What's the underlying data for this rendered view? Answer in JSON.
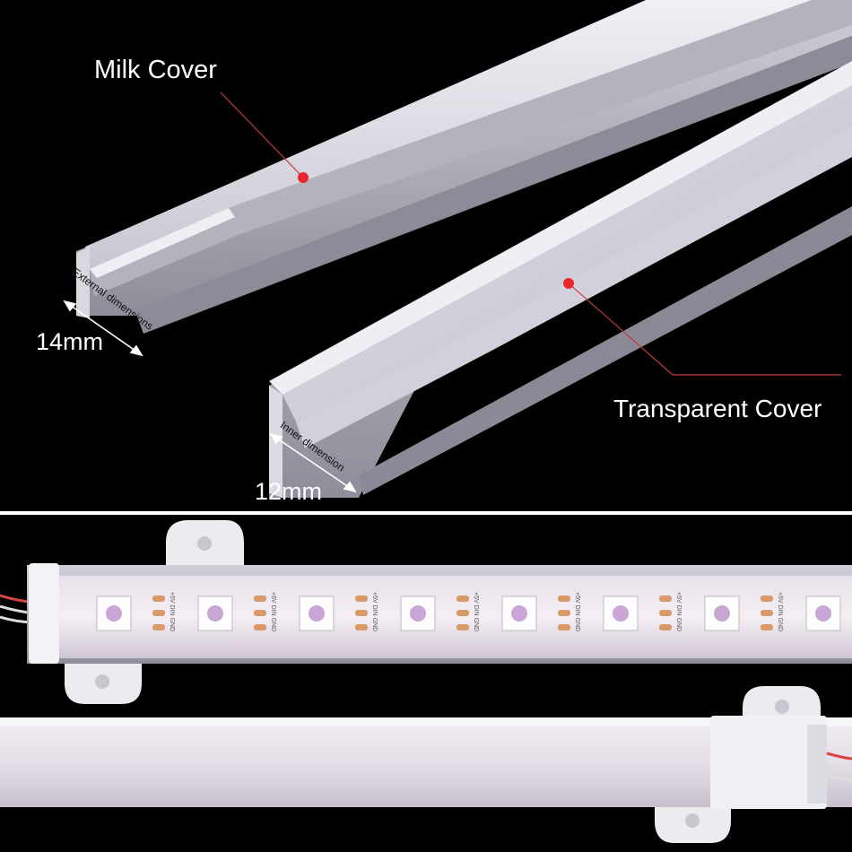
{
  "labels": {
    "milk_cover": "Milk Cover",
    "transparent_cover": "Transparent Cover",
    "external_size": "14mm",
    "inner_size": "12mm",
    "external_dimensions": "External dimensions",
    "inner_dimension": "Inner dimension"
  },
  "strip_markings": {
    "pad_text": "+5V DIN GND"
  },
  "colors": {
    "background": "#000000",
    "marker_dot": "#e8262f",
    "leader_line": "#c23a3a",
    "divider": "#ffffff",
    "profile_light": "#e4e2ea",
    "profile_shadow": "#9e9ca8",
    "strip_glow": "#f1d8e8",
    "copper_pad": "#d99a6a"
  }
}
